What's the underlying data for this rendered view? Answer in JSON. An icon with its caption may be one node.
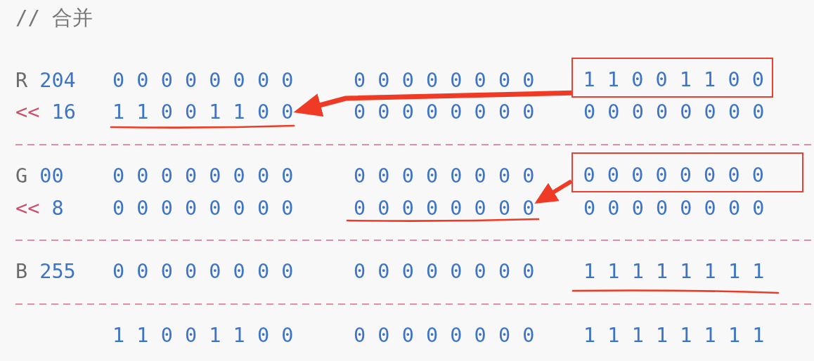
{
  "diagram": {
    "title": "// 合并",
    "nodes": [
      {
        "text": [
          "1 1 0 0 1 1 0 0"
        ]
      },
      {
        "text": [
          "1 1 0 0 1 1 0 0"
        ]
      },
      {
        "text": [
          "0 0 0 0 0 0 0 0"
        ]
      },
      {
        "text": [
          "0 0 0 0 0 0 0 0"
        ]
      }
    ],
    "edges": [
      {
        "from": 0,
        "to": 1,
        "arrow": "to"
      },
      {
        "from": 2,
        "to": 3,
        "arrow": "to"
      }
    ],
    "labels": [
      "R",
      "204",
      "0 0 0 0 0 0 0 0",
      "0 0 0 0 0 0 0 0",
      "<<",
      "16",
      "0 0 0 0 0 0 0 0",
      "0 0 0 0 0 0 0 0",
      "G",
      "00",
      "0 0 0 0 0 0 0 0",
      "0 0 0 0 0 0 0 0",
      "<<",
      "8",
      "0 0 0 0 0 0 0 0",
      "0 0 0 0 0 0 0 0",
      "B",
      "255",
      "0 0 0 0 0 0 0 0",
      "0 0 0 0 0 0 0 0",
      "1 1 1 1 1 1 1 1",
      "1 1 0 0 1 1 0 0",
      "0 0 0 0 0 0 0 0",
      "1 1 1 1 1 1 1 1"
    ]
  }
}
